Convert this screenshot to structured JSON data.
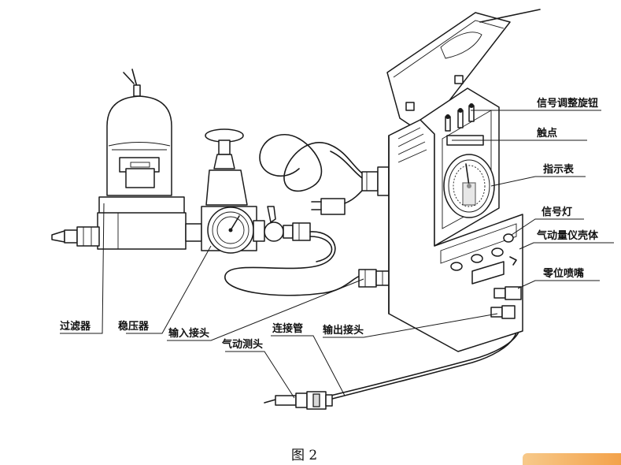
{
  "figure": {
    "caption": "图 2",
    "labels": {
      "filter": "过滤器",
      "regulator": "稳压器",
      "input_connector": "输入接头",
      "connecting_tube": "连接管",
      "output_connector": "输出接头",
      "air_probe": "气动测头",
      "signal_knob": "信号调整旋钮",
      "contact": "触点",
      "indicator_gauge": "指示表",
      "signal_lamp": "信号灯",
      "gauge_housing": "气动量仪壳体",
      "zero_nozzle": "零位喷嘴"
    }
  },
  "colors": {
    "ink": "#1a1a1a",
    "paper": "#ffffff",
    "watermark": "#f3a24a"
  }
}
